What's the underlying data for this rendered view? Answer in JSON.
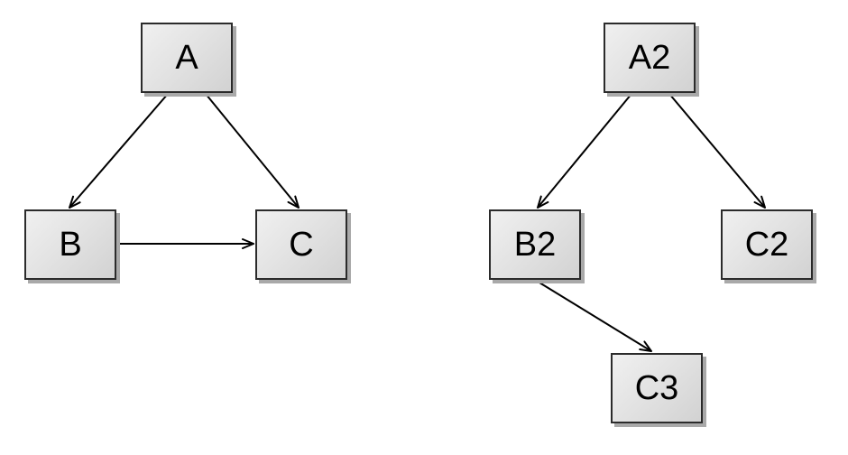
{
  "background_color": "#ffffff",
  "colors": {
    "node_fill_light": "#f0f0f0",
    "node_fill_dark": "#d2d2d2",
    "node_border": "#2b2b2b",
    "node_shadow": "#a9a9a9",
    "edge_stroke": "#000000",
    "label_color": "#000000"
  },
  "graphs": [
    {
      "id": "left-graph",
      "nodes": [
        {
          "id": "A",
          "label": "A"
        },
        {
          "id": "B",
          "label": "B"
        },
        {
          "id": "C",
          "label": "C"
        }
      ],
      "edges": [
        {
          "from": "A",
          "to": "B"
        },
        {
          "from": "A",
          "to": "C"
        },
        {
          "from": "B",
          "to": "C"
        }
      ]
    },
    {
      "id": "right-graph",
      "nodes": [
        {
          "id": "A2",
          "label": "A2"
        },
        {
          "id": "B2",
          "label": "B2"
        },
        {
          "id": "C2",
          "label": "C2"
        },
        {
          "id": "C3",
          "label": "C3"
        }
      ],
      "edges": [
        {
          "from": "A2",
          "to": "B2"
        },
        {
          "from": "A2",
          "to": "C2"
        },
        {
          "from": "B2",
          "to": "C3"
        }
      ]
    }
  ]
}
